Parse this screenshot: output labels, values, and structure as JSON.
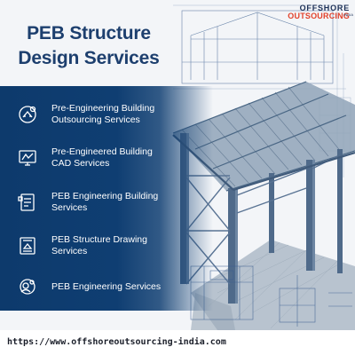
{
  "title": {
    "line1": "PEB Structure",
    "line2": "Design Services"
  },
  "logo": {
    "line1": "OFFSHORE",
    "line2": "OUTSOURCING",
    "badge": "INDIA"
  },
  "services": [
    {
      "icon": "structure-settings-icon",
      "line1": "Pre-Engineering Building",
      "line2": "Outsourcing Services"
    },
    {
      "icon": "cad-monitor-icon",
      "line1": "Pre-Engineered Building",
      "line2": "CAD Services"
    },
    {
      "icon": "engineering-document-icon",
      "line1": "PEB Engineering Building",
      "line2": "Services"
    },
    {
      "icon": "drawing-sheet-icon",
      "line1": "PEB Structure Drawing",
      "line2": "Services"
    },
    {
      "icon": "engineer-gear-icon",
      "line1": "PEB Engineering Services",
      "line2": ""
    }
  ],
  "footer": {
    "url": "https://www.offshoreoutsourcing-india.com"
  },
  "colors": {
    "title": "#1d3f6e",
    "panel": "#0f3e72",
    "accent_red": "#e2422b",
    "steel": "#5f7894"
  }
}
